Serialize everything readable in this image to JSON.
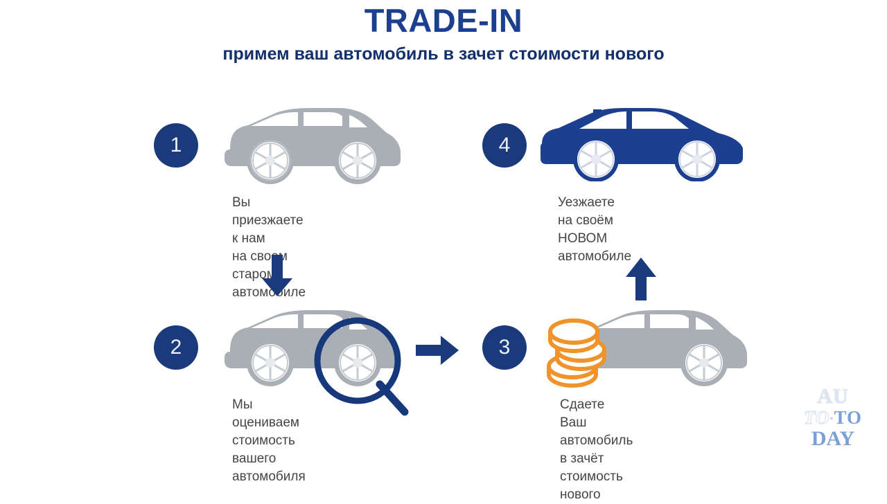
{
  "header": {
    "title": "TRADE-IN",
    "subtitle": "примем ваш автомобиль в зачет стоимости нового"
  },
  "colors": {
    "title_blue": "#1c3f8f",
    "subtitle_blue": "#14306b",
    "circle_navy": "#1a3a7c",
    "car_blue": "#1d3f8f",
    "car_gray": "#a9afb5",
    "coin_orange": "#f0932b",
    "arrow_navy": "#1a3a7c",
    "text_gray": "#454545",
    "background": "#ffffff"
  },
  "steps": [
    {
      "number": "1",
      "caption": "Вы приезжаете к нам\nна своем старом\nавтомобиле",
      "vehicle": "gray-hatchback-car"
    },
    {
      "number": "2",
      "caption": "Мы оцениваем\nстоимость вашего\nавтомобиля",
      "vehicle": "gray-hatchback-car",
      "extra": "magnifier-icon"
    },
    {
      "number": "3",
      "caption": "Сдаете Ваш\nавтомобиль в зачёт\nстоимость нового",
      "vehicle": "gray-hatchback-car",
      "extra": "coin-stack-icon"
    },
    {
      "number": "4",
      "caption": "Уезжаете\nна своём НОВОМ\nавтомобиле",
      "vehicle": "blue-sedan-car"
    }
  ],
  "arrows": [
    {
      "name": "arrow-down-step1-to-step2",
      "direction": "down"
    },
    {
      "name": "arrow-right-step2-to-step3",
      "direction": "right"
    },
    {
      "name": "arrow-up-step3-to-step4",
      "direction": "up"
    }
  ],
  "watermark": {
    "line1": "AU",
    "line2_left": "TO",
    "line2_dot": "•",
    "line2_right": "TO",
    "line3": "DAY"
  }
}
